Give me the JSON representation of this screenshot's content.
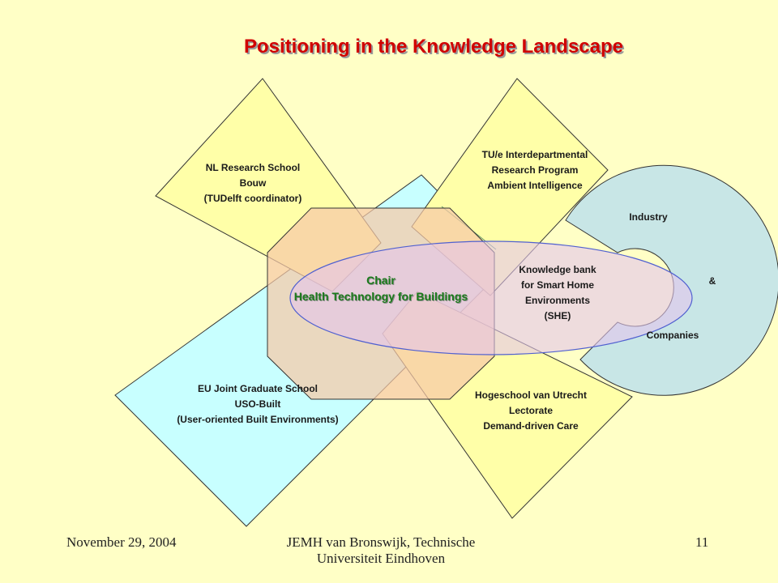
{
  "slide": {
    "title": "Positioning in the Knowledge Landscape"
  },
  "nodes": {
    "nl_research": {
      "lines": [
        "NL Research School",
        "Bouw",
        "(TUDelft coordinator)"
      ]
    },
    "tue_program": {
      "lines": [
        "TU/e Interdepartmental",
        "Research Program",
        "Ambient Intelligence"
      ]
    },
    "eu_school": {
      "lines": [
        "EU Joint Graduate School",
        "USO-Built",
        "(User-oriented Built Environments)"
      ]
    },
    "hogeschool": {
      "lines": [
        "Hogeschool van Utrecht",
        "Lectorate",
        "Demand-driven Care"
      ]
    },
    "knowledge_bank": {
      "lines": [
        "Knowledge bank",
        "for Smart Home",
        "Environments",
        "(SHE)"
      ]
    },
    "industry": {
      "top": "Industry",
      "middle": "&",
      "bottom": "Companies"
    },
    "chair": {
      "lines": [
        "Chair",
        "Health Technology for Buildings"
      ]
    }
  },
  "colors": {
    "background": "#ffffc6",
    "title": "#d00000",
    "yellow_diamond": "#ffffa8",
    "cyan_diamond": "#c8ffff",
    "octagon": "#f7c9a6",
    "ellipse_fill": "#e2c4ec",
    "ellipse_stroke": "#5060d0",
    "crescent": "#c8e6e6",
    "chair_text": "#1b7a1b"
  },
  "footer": {
    "date": "November 29, 2004",
    "author_lines": [
      "JEMH van Bronswijk, Technische",
      "Universiteit Eindhoven"
    ],
    "page": "11"
  }
}
